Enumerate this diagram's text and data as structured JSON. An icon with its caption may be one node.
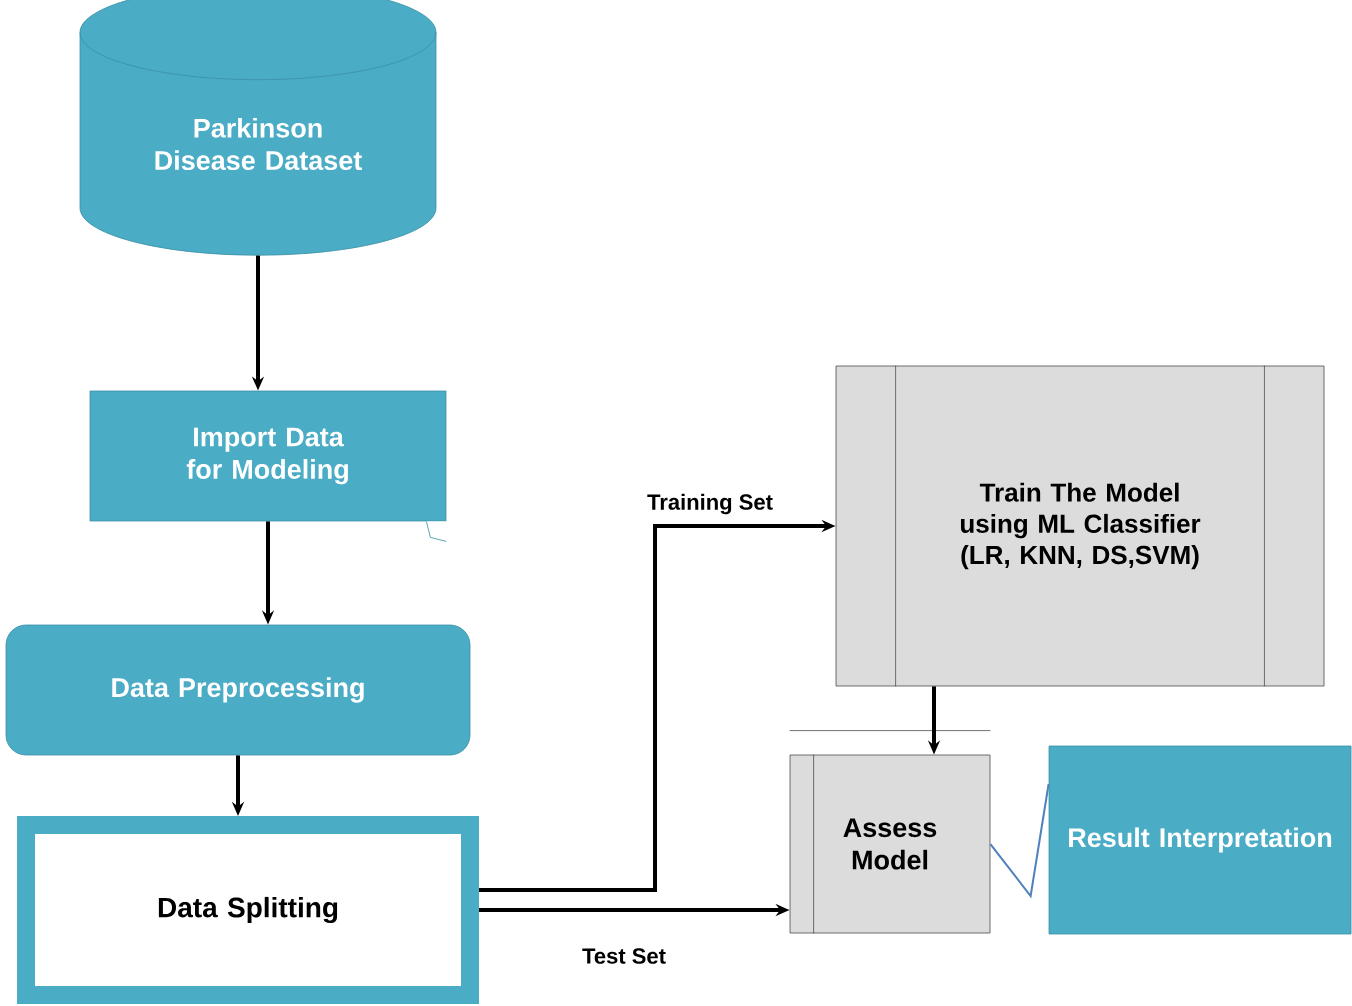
{
  "diagram": {
    "nodes": [
      {
        "text": [
          "Parkinson Disease Dataset"
        ]
      },
      {
        "text": [
          "Import Data for Modeling"
        ]
      },
      {
        "text": [
          "Data Preprocessing"
        ]
      },
      {
        "text": [
          "Data Splitting"
        ]
      },
      {
        "text": [
          "Train The Model using ML Classifier (LR, KNN, DS,SVM)"
        ]
      },
      {
        "text": [
          "Assess Model"
        ]
      },
      {
        "text": [
          "Result Interpretation"
        ]
      }
    ],
    "edges": [
      {
        "from": 0,
        "to": 1,
        "arrow": "to"
      },
      {
        "from": 1,
        "to": 2,
        "arrow": "to"
      },
      {
        "from": 2,
        "to": 3,
        "arrow": "to"
      },
      {
        "from": 3,
        "to": 4,
        "arrow": "to",
        "label": "Training Set"
      },
      {
        "from": 3,
        "to": 5,
        "arrow": "to",
        "label": "Test Set"
      },
      {
        "from": 4,
        "to": 5,
        "arrow": "to"
      },
      {
        "from": 5,
        "to": 6,
        "arrow": "none",
        "color": "#4f81bd"
      }
    ]
  }
}
